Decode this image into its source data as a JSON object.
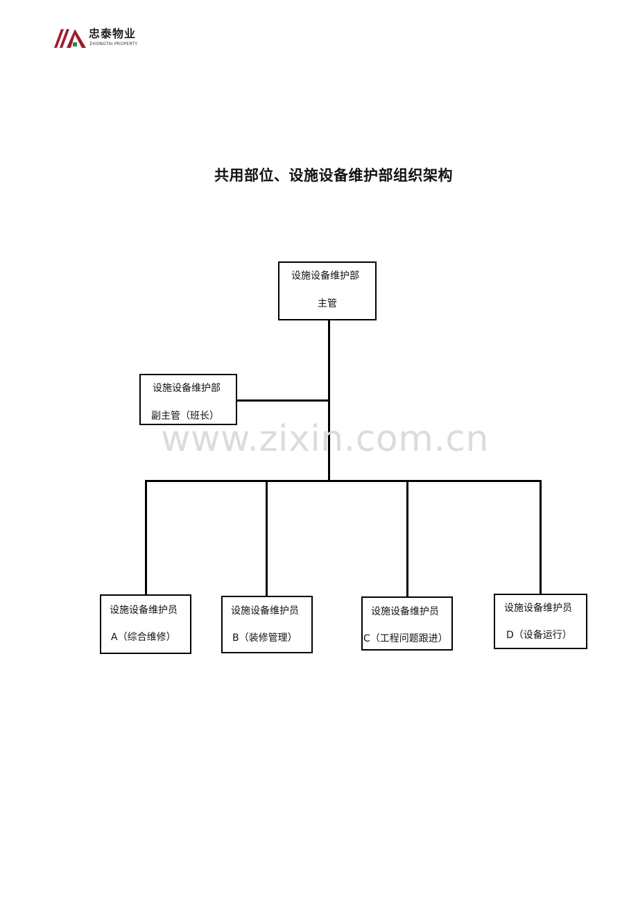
{
  "logo": {
    "name_cn": "忠泰物业",
    "name_en": "ZHONGTAI PROPERTY"
  },
  "title": "共用部位、设施设备维护部组织架构",
  "org": {
    "head": {
      "line1": "设施设备维护部",
      "line2": "主管"
    },
    "deputy": {
      "line1": "设施设备维护部",
      "line2": "副主管（班长）"
    },
    "members": [
      {
        "line1": "设施设备维护员",
        "line2": "A（综合维修）"
      },
      {
        "line1": "设施设备维护员",
        "line2": "B（装修管理）"
      },
      {
        "line1": "设施设备维护员",
        "line2": "C（工程问题跟进）"
      },
      {
        "line1": "设施设备维护员",
        "line2": "D（设备运行）"
      }
    ]
  },
  "watermark": "www.zixin.com.cn",
  "colors": {
    "logo_red": "#9b1c2e",
    "logo_green": "#2e8b3e",
    "line": "#000000",
    "watermark": "#dcdcdc"
  }
}
